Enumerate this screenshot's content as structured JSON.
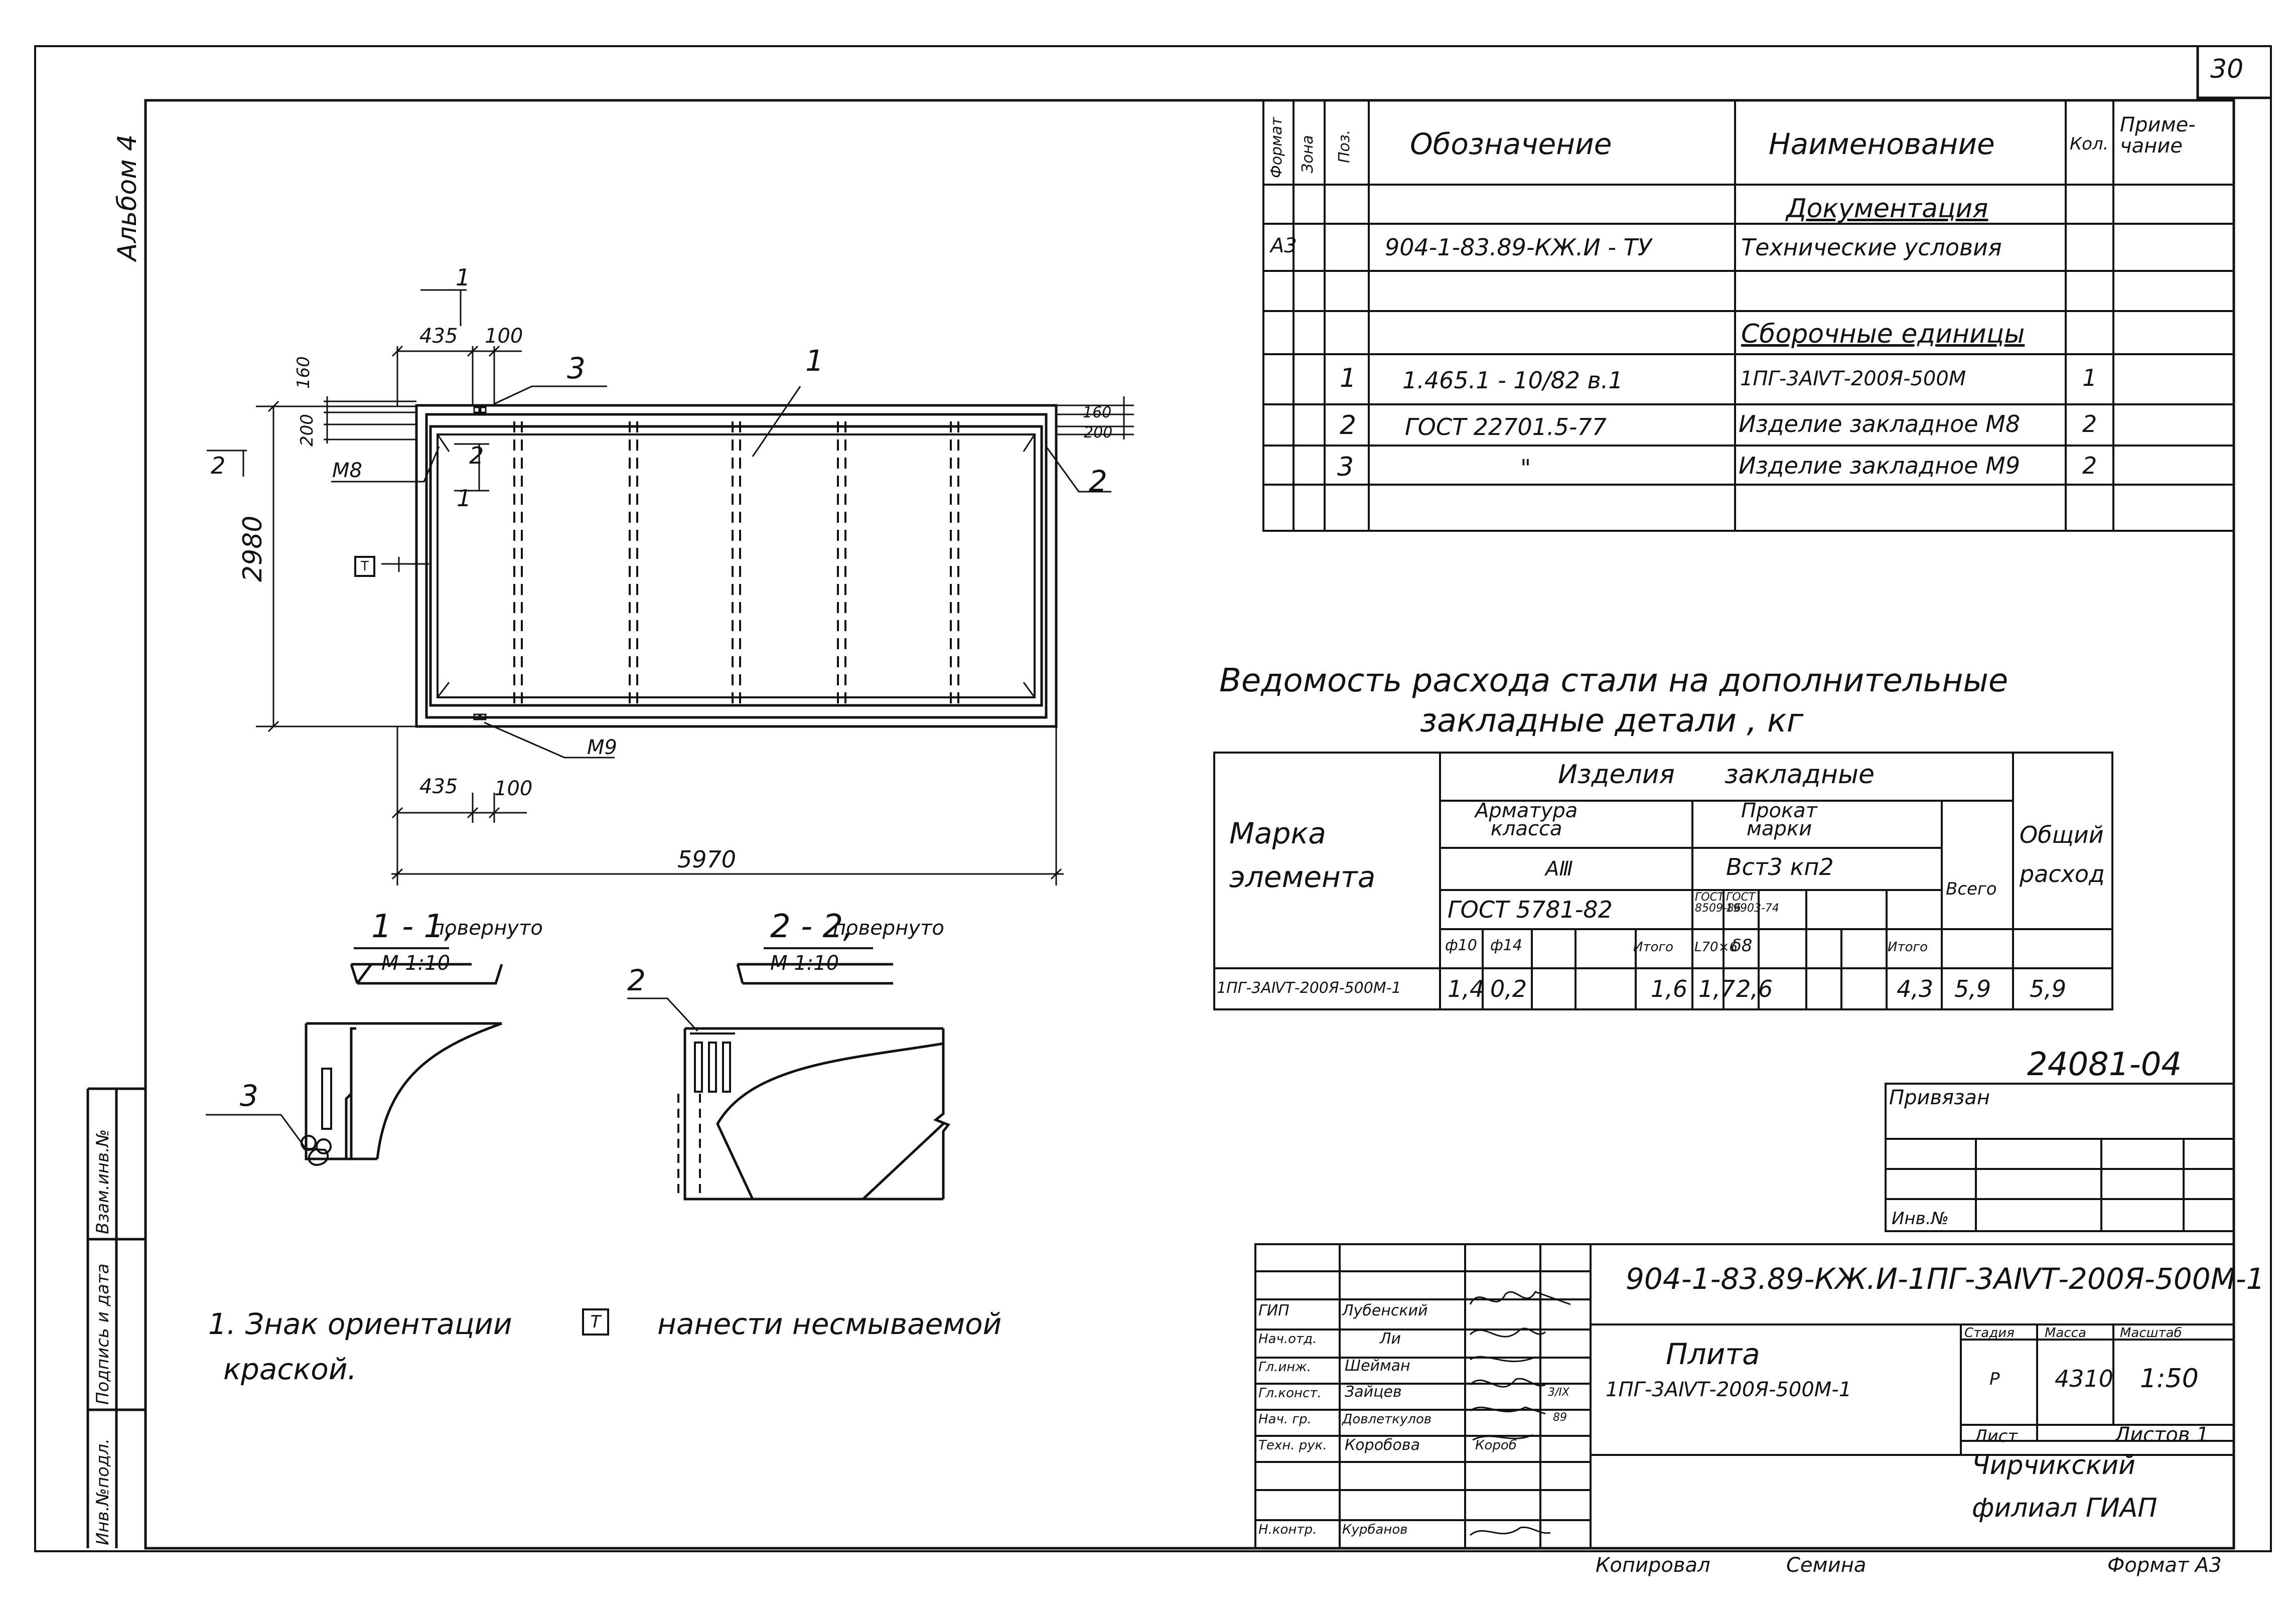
{
  "page_number": "30",
  "album": "Альбом 4",
  "spec": {
    "headers": {
      "format": "Формат",
      "zone": "Зона",
      "pos": "Поз.",
      "designation": "Обозначение",
      "name": "Наименование",
      "qty": "Кол.",
      "note": "Приме-\nчание"
    },
    "section_docs": "Документация",
    "row_tu": {
      "format": "А3",
      "designation": "904-1-83.89-КЖ.И - ТУ",
      "name": "Технические условия"
    },
    "section_assembly": "Сборочные единицы",
    "rows": [
      {
        "pos": "1",
        "designation": "1.465.1 - 10/82  в.1",
        "name": "1ПГ-3АⅣТ-200Я-500М",
        "qty": "1"
      },
      {
        "pos": "2",
        "designation": "ГОСТ  22701.5-77",
        "name": "Изделие закладное   М8",
        "qty": "2"
      },
      {
        "pos": "3",
        "designation": "\"",
        "name": "Изделие закладное  М9",
        "qty": "2"
      }
    ]
  },
  "drawing": {
    "dims": {
      "d435_top": "435",
      "d100_top": "100",
      "d160_l": "160",
      "d200_l": "200",
      "d160_r": "160",
      "d200_r": "200",
      "d2980": "2980",
      "d435_bot": "435",
      "d100_bot": "100",
      "d5970": "5970"
    },
    "labels": {
      "sec1_top": "1",
      "sec1_bot": "1",
      "sec2_left": "2",
      "sec2_mid": "2",
      "callout1": "1",
      "callout2": "2",
      "callout3": "3",
      "m8": "М8",
      "m9": "М9",
      "mark_t": "Т"
    },
    "section11": {
      "title": "1 - 1,",
      "suffix": "повернуто",
      "scale": "М 1:10",
      "callout": "3"
    },
    "section22": {
      "title": "2 - 2,",
      "suffix": "повернуто",
      "scale": "М 1:10",
      "callout": "2"
    }
  },
  "note": {
    "line1a": "1. Знак  ориентации",
    "mark": "Т",
    "line1b": "нанести   несмываемой",
    "line2": "краской."
  },
  "steel": {
    "title1": "Ведомость  расхода  стали  на  дополнительные",
    "title2": "закладные  детали , кг",
    "h_mark": "Марка\nэлемента",
    "h_items": "Изделия      закладные",
    "h_arm": "Арматура\nкласса",
    "h_arm_class": "АⅢ",
    "h_arm_gost": "ГОСТ  5781-82",
    "h_prokat": "Прокат\nмарки",
    "h_prokat_mark": "Вст3  кп2",
    "h_gost1": "ГОСТ\n8509-86",
    "h_gost2": "ГОСТ\n19903-74",
    "h_total": "Всего",
    "h_sum": "Общий\nрасход",
    "sub": [
      "ф10",
      "ф14",
      "",
      "Итого",
      "L70×6",
      "δ8",
      "",
      "Итого"
    ],
    "row": {
      "mark": "1ПГ-3АⅣТ-200Я-500М-1",
      "values": [
        "1,4",
        "0,2",
        "",
        "1,6",
        "1,7",
        "2,6",
        "",
        "4,3"
      ],
      "total": "5,9",
      "sum": "5,9"
    }
  },
  "stamp": {
    "code_top": "24081-04",
    "bound": "Привязан",
    "inv": "Инв.№",
    "doc_code": "904-1-83.89-КЖ.И-1ПГ-3АⅣТ-200Я-500М-1",
    "title": "Плита",
    "subtitle": "1ПГ-3АⅣТ-200Я-500М-1",
    "col_stage": "Стадия",
    "col_mass": "Масса",
    "col_scale": "Масштаб",
    "stage": "Р",
    "mass": "4310",
    "scale": "1:50",
    "sheet": "Лист",
    "sheets": "Листов  1",
    "org1": "Чирчикский",
    "org2": "филиал  ГИАП",
    "people": [
      {
        "role": "ГИП",
        "name": "Лубенский"
      },
      {
        "role": "Нач.отд.",
        "name": "Ли"
      },
      {
        "role": "Гл.инж.",
        "name": "Шейман"
      },
      {
        "role": "Гл.конст.",
        "name": "Зайцев"
      },
      {
        "role": "Нач. гр.",
        "name": "Довлеткулов"
      },
      {
        "role": "Техн. рук.",
        "name": "Коробова"
      },
      {
        "role": "Н.контр.",
        "name": "Курбанов"
      }
    ],
    "date_a": "3/IX",
    "date_b": "89",
    "sig_korob": "Короб"
  },
  "side_stamp": {
    "c1": "Инв.№подл.",
    "c2": "Подпись и дата",
    "c3": "Взам.инв.№"
  },
  "footer": {
    "copied": "Копировал",
    "copied_name": "Семина",
    "format": "Формат  А3"
  }
}
